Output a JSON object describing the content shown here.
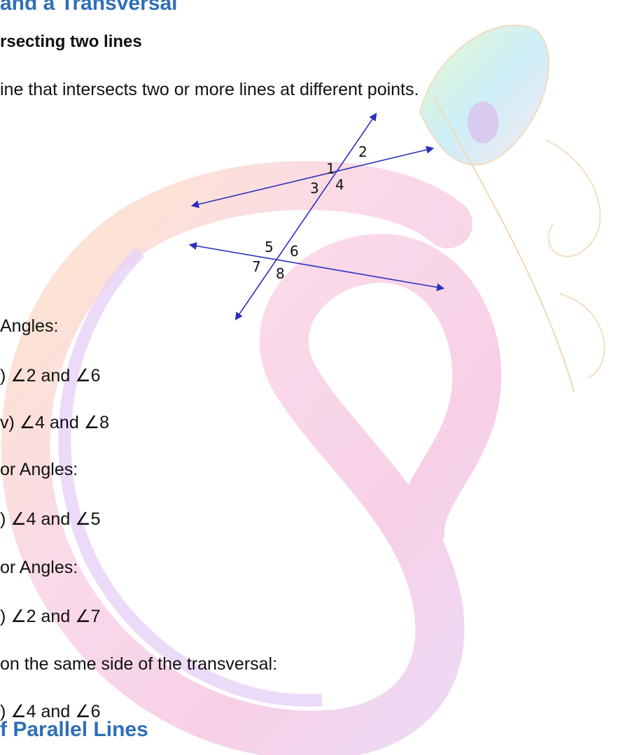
{
  "heading_top": "and a Transversal",
  "subheading": "rsecting two lines",
  "definition": "ine that intersects two or more lines at different points.",
  "diagram": {
    "angle_labels": [
      "1",
      "2",
      "3",
      "4",
      "5",
      "6",
      "7",
      "8"
    ],
    "line_color": "#2a2fbd"
  },
  "lines": [
    "Angles:",
    ") ∠2 and ∠6",
    "v) ∠4 and ∠8",
    "or Angles:",
    ") ∠4 and ∠5",
    "or Angles:",
    ") ∠2 and ∠7",
    "on the same side of the transversal:",
    ") ∠4 and ∠6"
  ],
  "heading_bottom": "f Parallel Lines"
}
